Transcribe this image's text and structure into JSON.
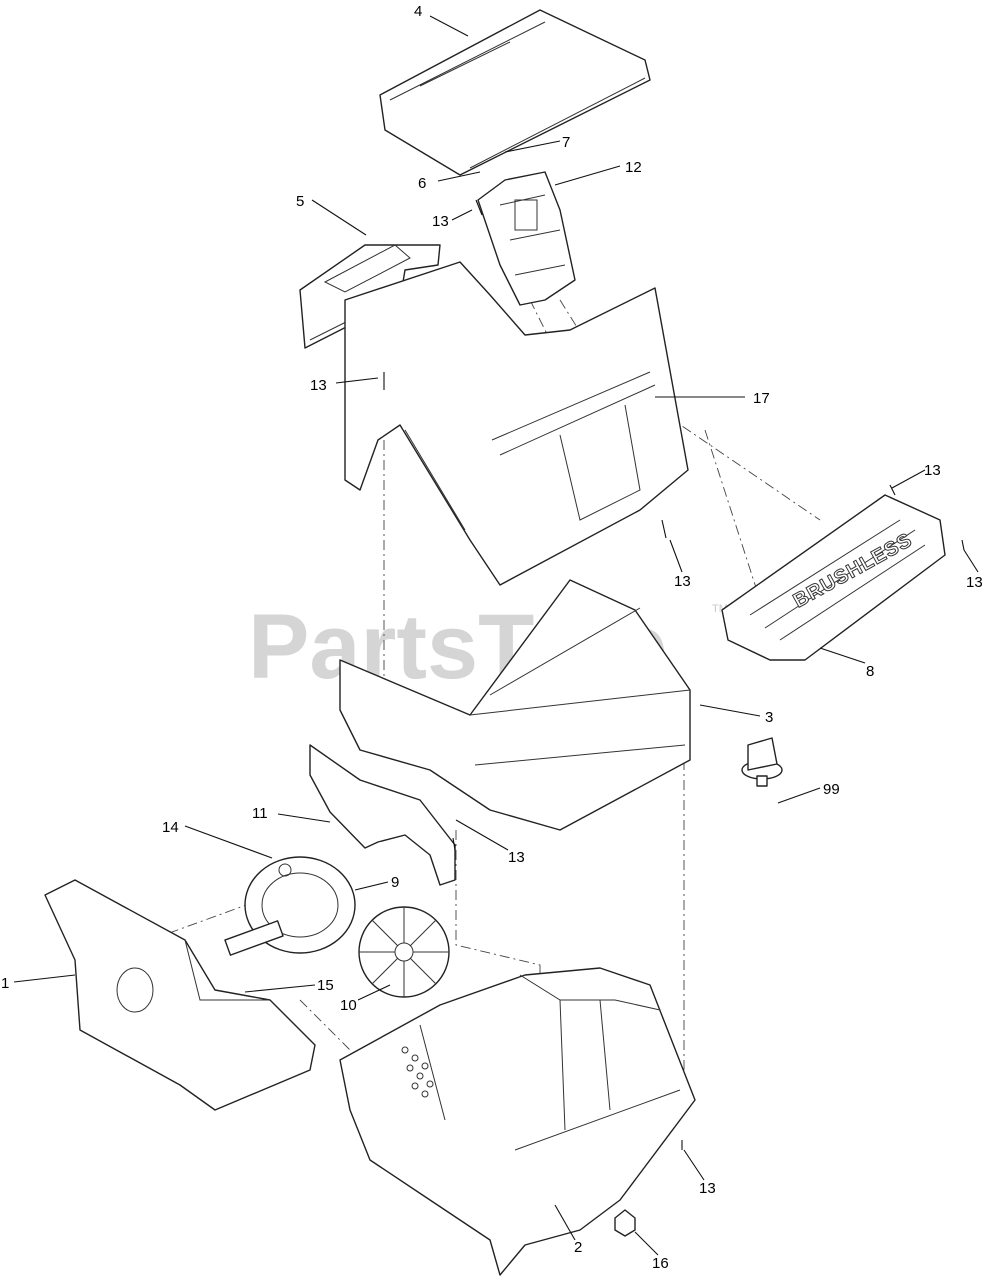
{
  "watermark": {
    "text": "PartsTree",
    "trademark": "TM"
  },
  "housing_label": "BRUSHLESS",
  "callouts": [
    {
      "id": "c4",
      "label": "4"
    },
    {
      "id": "c7",
      "label": "7"
    },
    {
      "id": "c6",
      "label": "6"
    },
    {
      "id": "c12",
      "label": "12"
    },
    {
      "id": "c13a",
      "label": "13"
    },
    {
      "id": "c5",
      "label": "5"
    },
    {
      "id": "c13b",
      "label": "13"
    },
    {
      "id": "c17",
      "label": "17"
    },
    {
      "id": "c13c",
      "label": "13"
    },
    {
      "id": "c13d",
      "label": "13"
    },
    {
      "id": "c13e",
      "label": "13"
    },
    {
      "id": "c8",
      "label": "8"
    },
    {
      "id": "c3",
      "label": "3"
    },
    {
      "id": "c99",
      "label": "99"
    },
    {
      "id": "c11",
      "label": "11"
    },
    {
      "id": "c14",
      "label": "14"
    },
    {
      "id": "c13f",
      "label": "13"
    },
    {
      "id": "c9",
      "label": "9"
    },
    {
      "id": "c1",
      "label": "1"
    },
    {
      "id": "c15",
      "label": "15"
    },
    {
      "id": "c10",
      "label": "10"
    },
    {
      "id": "c13g",
      "label": "13"
    },
    {
      "id": "c2",
      "label": "2"
    },
    {
      "id": "c16",
      "label": "16"
    }
  ]
}
